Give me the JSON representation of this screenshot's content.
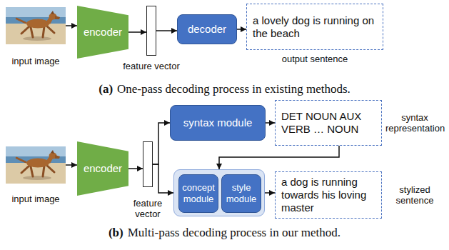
{
  "diagram": {
    "nodes": [
      {
        "text": [
          "input image"
        ]
      },
      {
        "text": [
          "encoder"
        ]
      },
      {
        "text": [
          "feature vector"
        ]
      },
      {
        "text": [
          "decoder"
        ]
      },
      {
        "text": [
          "a lovely dog is running on the beach",
          "output sentence"
        ]
      },
      {
        "text": [
          "input image"
        ]
      },
      {
        "text": [
          "encoder"
        ]
      },
      {
        "text": [
          "feature vector"
        ]
      },
      {
        "text": [
          "syntax module"
        ]
      },
      {
        "text": [
          "DET NOUN AUX VERB … NOUN",
          "syntax representation"
        ]
      },
      {
        "text": []
      },
      {
        "text": [
          "concept module"
        ],
        "in": 10
      },
      {
        "text": [
          "style module"
        ],
        "in": 10
      },
      {
        "text": [
          "a dog is running towards his loving master",
          "stylized sentence"
        ]
      }
    ],
    "edges": [
      {
        "from": 0,
        "to": 1,
        "arrow": "to"
      },
      {
        "from": 1,
        "to": 2,
        "arrow": "to"
      },
      {
        "from": 2,
        "to": 3,
        "arrow": "to"
      },
      {
        "from": 3,
        "to": 4,
        "arrow": "to"
      },
      {
        "from": 5,
        "to": 6,
        "arrow": "to"
      },
      {
        "from": 6,
        "to": 7,
        "arrow": "to"
      },
      {
        "from": 7,
        "to": 8,
        "arrow": "to"
      },
      {
        "from": 7,
        "to": 10,
        "arrow": "to"
      },
      {
        "from": 8,
        "to": 9,
        "arrow": "to"
      },
      {
        "from": 9,
        "to": 10,
        "arrow": "to"
      },
      {
        "from": 10,
        "to": 13,
        "arrow": "to"
      }
    ],
    "labels": [
      "(a)",
      "One-pass decoding process in existing methods.",
      "(b)",
      "Multi-pass decoding process in our method."
    ]
  }
}
